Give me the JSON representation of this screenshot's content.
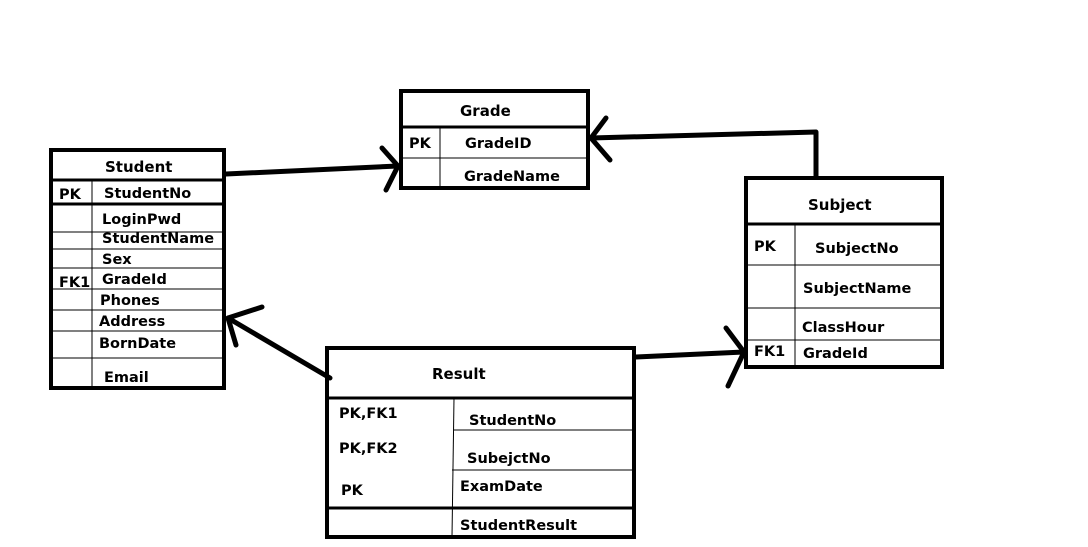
{
  "entities": {
    "grade": {
      "title": "Grade",
      "rows": [
        {
          "key": "PK",
          "field": "GradeID"
        },
        {
          "key": "",
          "field": "GradeName"
        }
      ]
    },
    "student": {
      "title": "Student",
      "rows": [
        {
          "key": "PK",
          "field": "StudentNo"
        },
        {
          "key": "",
          "field": "LoginPwd"
        },
        {
          "key": "",
          "field": "StudentName"
        },
        {
          "key": "",
          "field": "Sex"
        },
        {
          "key": "FK1",
          "field": "GradeId"
        },
        {
          "key": "",
          "field": "Phones"
        },
        {
          "key": "",
          "field": "Address"
        },
        {
          "key": "",
          "field": "BornDate"
        },
        {
          "key": "",
          "field": "Email"
        }
      ]
    },
    "subject": {
      "title": "Subject",
      "rows": [
        {
          "key": "PK",
          "field": "SubjectNo"
        },
        {
          "key": "",
          "field": "SubjectName"
        },
        {
          "key": "",
          "field": "ClassHour"
        },
        {
          "key": "FK1",
          "field": "GradeId"
        }
      ]
    },
    "result": {
      "title": "Result",
      "rows": [
        {
          "key": "PK,FK1",
          "field": "StudentNo"
        },
        {
          "key": "PK,FK2",
          "field": "SubejctNo"
        },
        {
          "key": "PK",
          "field": "ExamDate"
        },
        {
          "key": "",
          "field": "StudentResult"
        }
      ]
    }
  },
  "relationships": [
    {
      "from": "student",
      "to": "grade"
    },
    {
      "from": "subject",
      "to": "grade"
    },
    {
      "from": "result",
      "to": "student"
    },
    {
      "from": "result",
      "to": "subject"
    }
  ]
}
